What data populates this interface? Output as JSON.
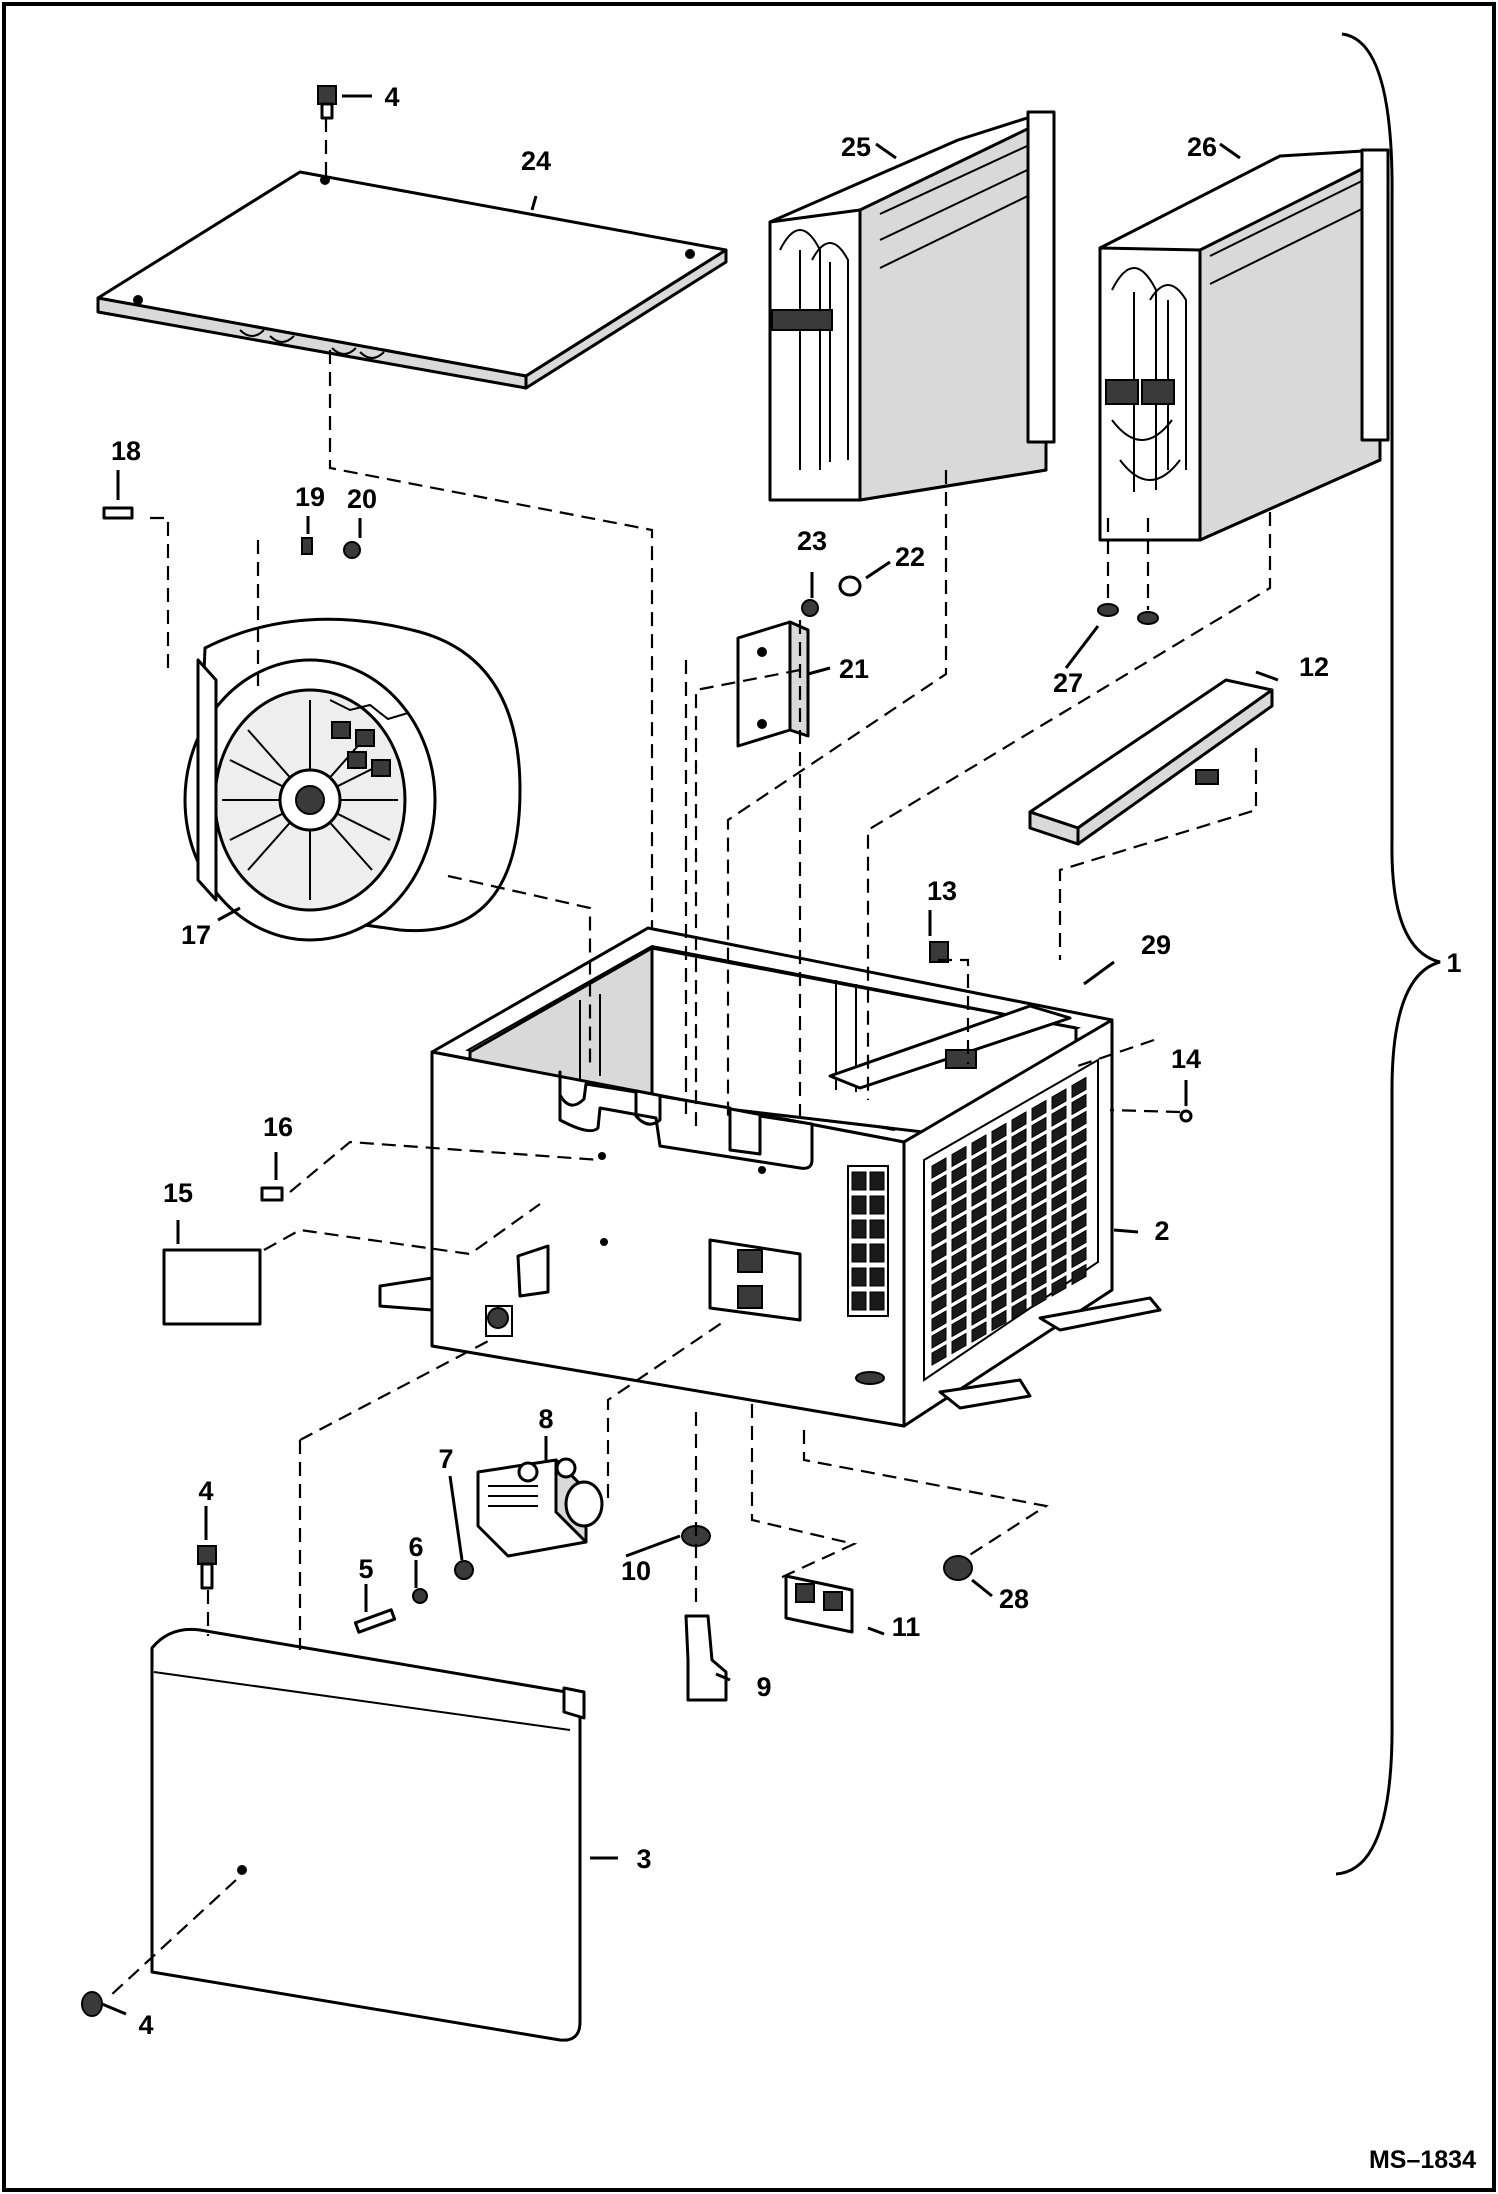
{
  "diagram": {
    "drawing_code": "MS–1834",
    "callouts": [
      "1",
      "2",
      "3",
      "4",
      "4",
      "4",
      "5",
      "6",
      "7",
      "8",
      "9",
      "10",
      "11",
      "12",
      "13",
      "14",
      "15",
      "16",
      "17",
      "18",
      "19",
      "20",
      "21",
      "22",
      "23",
      "24",
      "25",
      "26",
      "27",
      "28",
      "29"
    ]
  }
}
